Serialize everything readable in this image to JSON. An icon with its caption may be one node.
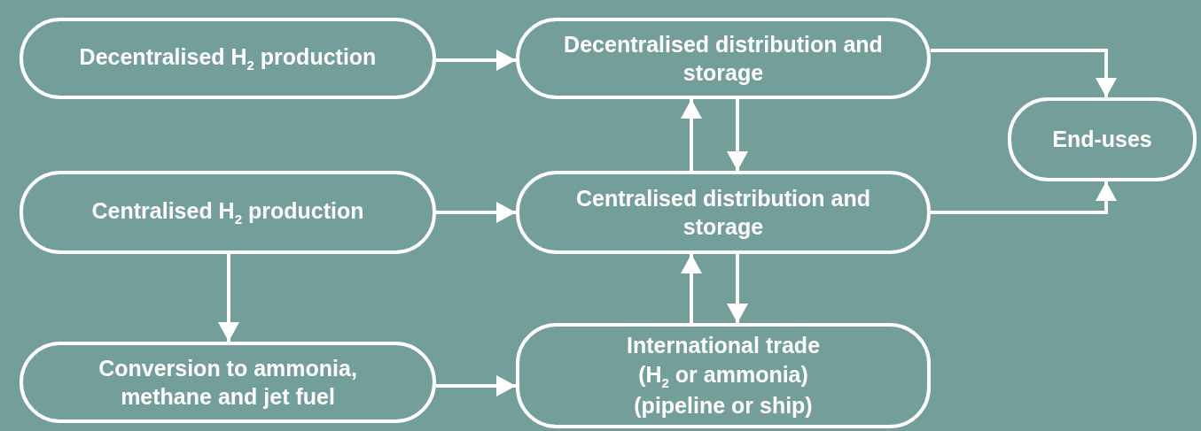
{
  "diagram": {
    "nodes": [
      {
        "text": [
          "Decentralised H$_{2}$ production"
        ]
      },
      {
        "text": [
          "Decentralised distribution and storage"
        ]
      },
      {
        "text": [
          "End-uses"
        ]
      },
      {
        "text": [
          "Centralised H$_{2}$ production"
        ]
      },
      {
        "text": [
          "Centralised distribution and storage"
        ]
      },
      {
        "text": [
          "Conversion to ammonia, methane and jet fuel"
        ]
      },
      {
        "text": [
          "International trade (H$_{2}$ or ammonia) (pipeline or ship)"
        ]
      }
    ],
    "edges": [
      {
        "from": 0,
        "to": 1,
        "arrow": "to"
      },
      {
        "from": 1,
        "to": 2,
        "arrow": "to"
      },
      {
        "from": 1,
        "to": 4,
        "arrow": "to"
      },
      {
        "from": 4,
        "to": 1,
        "arrow": "to"
      },
      {
        "from": 3,
        "to": 4,
        "arrow": "to"
      },
      {
        "from": 4,
        "to": 2,
        "arrow": "to"
      },
      {
        "from": 3,
        "to": 5,
        "arrow": "to"
      },
      {
        "from": 4,
        "to": 6,
        "arrow": "to"
      },
      {
        "from": 6,
        "to": 4,
        "arrow": "to"
      },
      {
        "from": 5,
        "to": 6,
        "arrow": "to"
      }
    ]
  }
}
